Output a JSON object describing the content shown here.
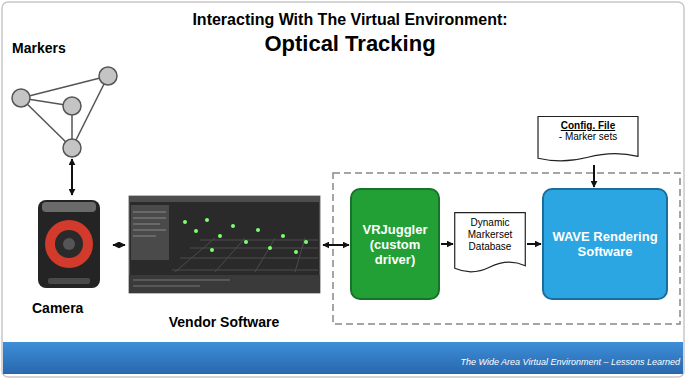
{
  "diagram": {
    "title": "Optical Tracking",
    "nodes": [
      {
        "text": [
          "Markers"
        ]
      },
      {
        "text": [
          "Camera"
        ]
      },
      {
        "text": [
          "Vendor Software"
        ]
      },
      {
        "text": [
          "VRJuggler (custom driver)"
        ]
      },
      {
        "text": [
          "Dynamic Markerset Database"
        ]
      },
      {
        "text": [
          "Config. File",
          "- Marker sets"
        ]
      },
      {
        "text": [
          "WAVE Rendering Software"
        ]
      }
    ],
    "edges": [
      {
        "from": 0,
        "to": 1,
        "arrow": "both"
      },
      {
        "from": 1,
        "to": 2,
        "arrow": "both"
      },
      {
        "from": 2,
        "to": 3,
        "arrow": "both"
      },
      {
        "from": 3,
        "to": 4,
        "arrow": "to"
      },
      {
        "from": 4,
        "to": 6,
        "arrow": "to"
      },
      {
        "from": 5,
        "to": 6,
        "arrow": "to"
      }
    ],
    "labels": [
      "Interacting With The Virtual Environment:",
      "The Wide Area Virtual Environment – Lessons Learned"
    ]
  }
}
